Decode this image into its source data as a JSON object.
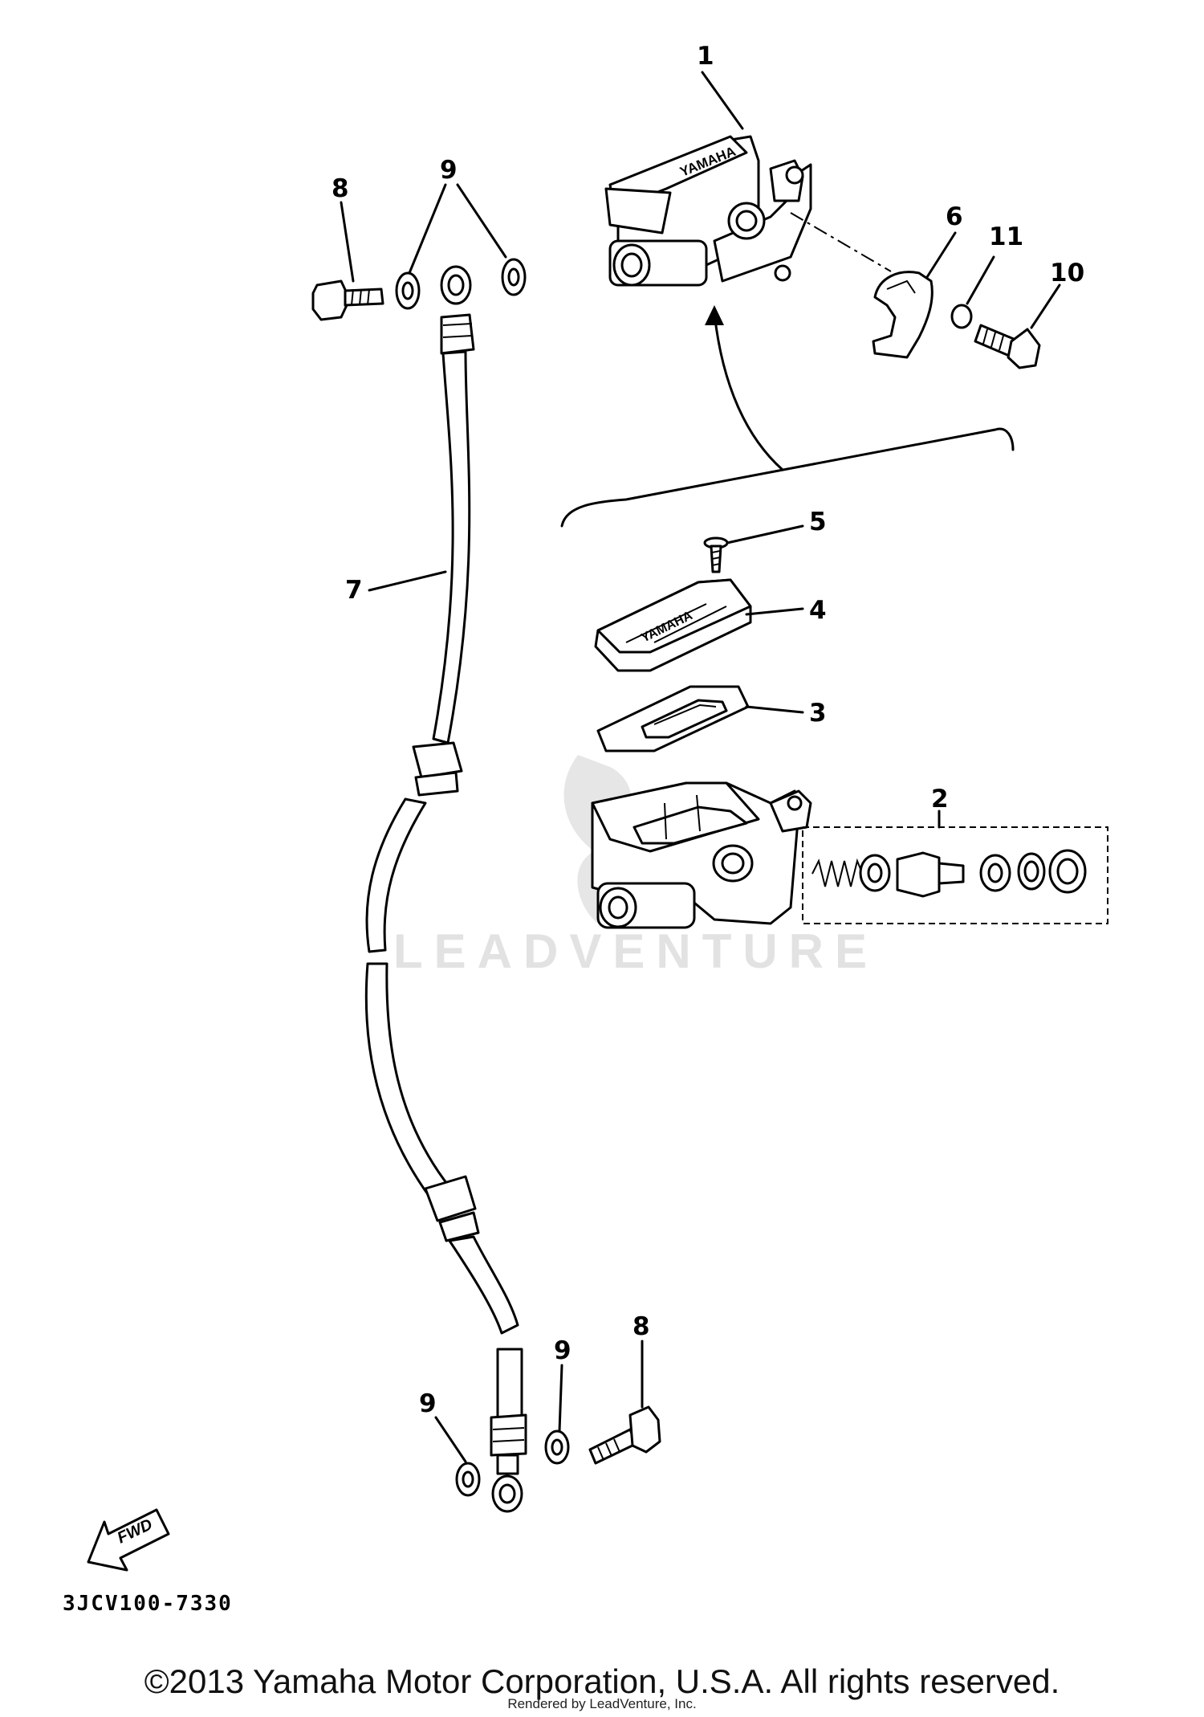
{
  "diagram": {
    "callouts": {
      "c1": "1",
      "c2": "2",
      "c3": "3",
      "c4": "4",
      "c5": "5",
      "c6": "6",
      "c7": "7",
      "c8_top": "8",
      "c9_top": "9",
      "c10": "10",
      "c11": "11",
      "c8_bottom": "8",
      "c9_bottom_right": "9",
      "c9_bottom_left": "9"
    },
    "brand_text": "YAMAHA",
    "fwd_text": "FWD",
    "watermark": "LEADVENTURE",
    "diagram_code": "3JCV100-7330"
  },
  "footer": {
    "copyright": "©2013 Yamaha Motor Corporation, U.S.A. All rights reserved.",
    "rendered_by": "Rendered by LeadVenture, Inc."
  }
}
